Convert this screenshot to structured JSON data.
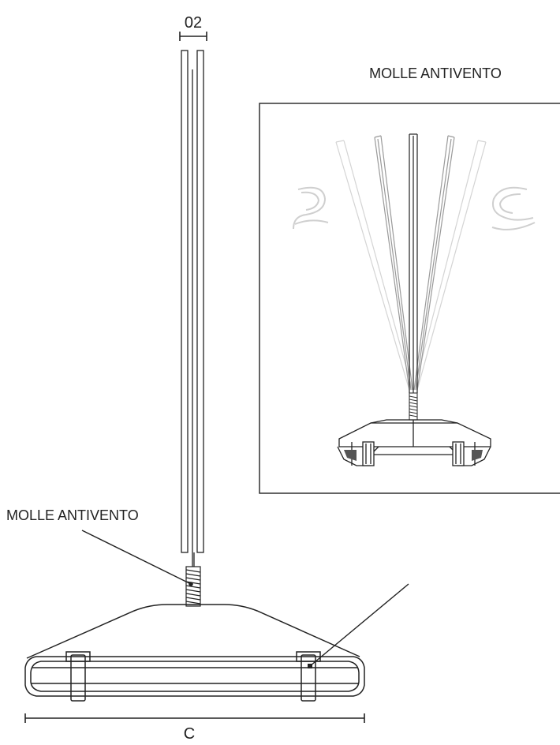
{
  "labels": {
    "pole_diameter": "02",
    "inset_title": "MOLLE ANTIVENTO",
    "spring_callout": "MOLLE ANTIVENTO",
    "base_width": "C"
  },
  "colors": {
    "line": "#222222",
    "faded_line": "#bbbbbb",
    "wind_swirl": "#d0d0d0"
  },
  "icons": {
    "wind_left": "wind-swirl-icon",
    "wind_right": "wind-swirl-icon"
  }
}
